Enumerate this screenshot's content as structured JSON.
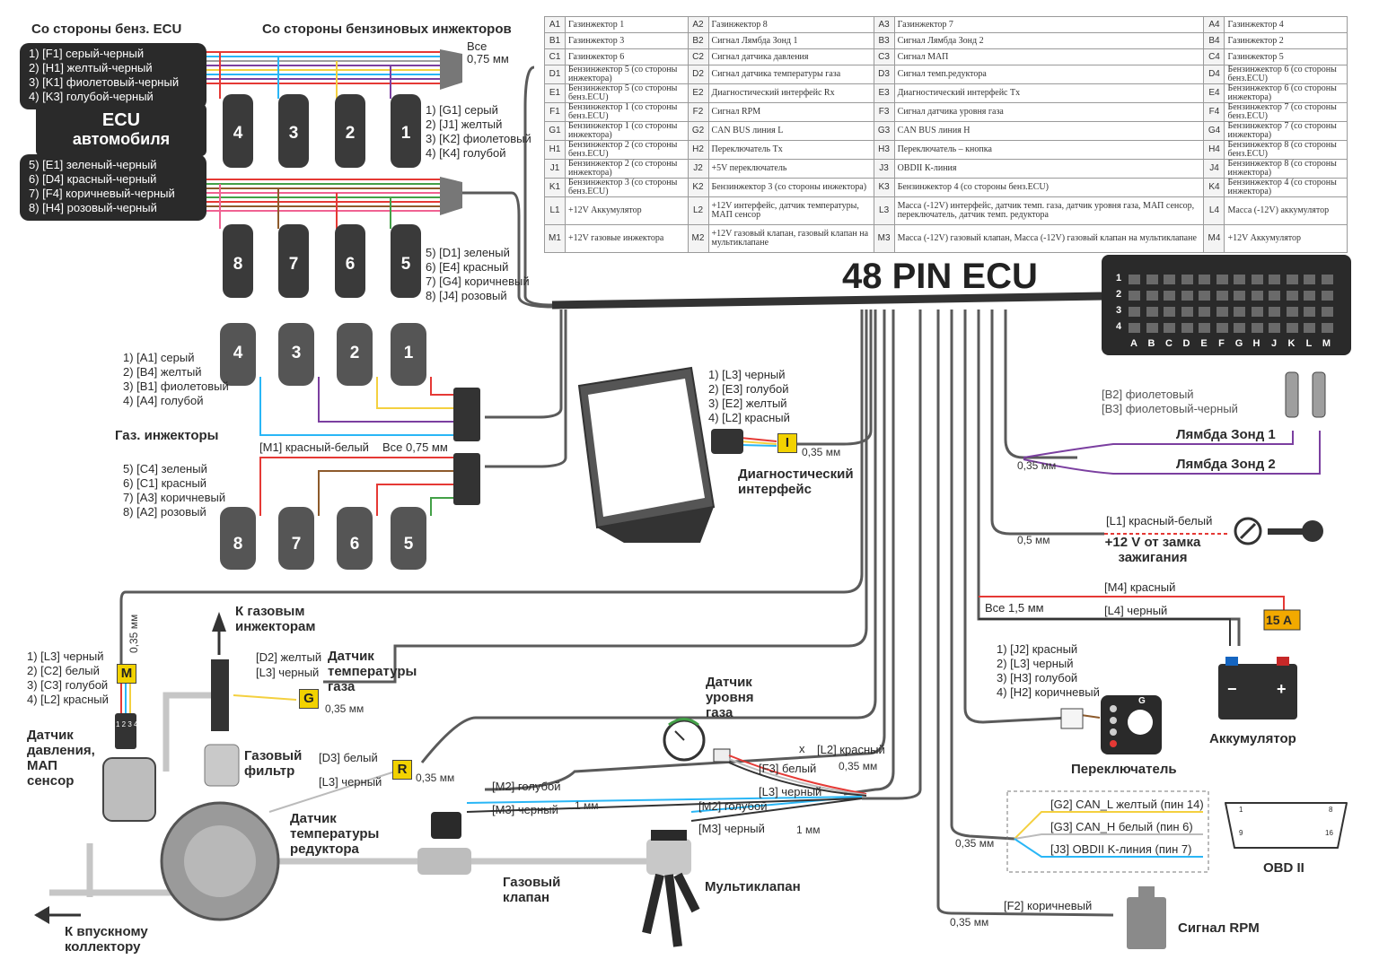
{
  "headline": "48 PIN ECU",
  "pin_table": [
    [
      {
        "c": "A1",
        "t": "Газинжектор 1"
      },
      {
        "c": "A2",
        "t": "Газинжектор 8"
      },
      {
        "c": "A3",
        "t": "Газинжектор 7"
      },
      {
        "c": "A4",
        "t": "Газинжектор 4"
      }
    ],
    [
      {
        "c": "B1",
        "t": "Газинжектор 3"
      },
      {
        "c": "B2",
        "t": "Сигнал Лямбда Зонд 1"
      },
      {
        "c": "B3",
        "t": "Сигнал Лямбда Зонд 2"
      },
      {
        "c": "B4",
        "t": "Газинжектор 2"
      }
    ],
    [
      {
        "c": "C1",
        "t": "Газинжектор 6"
      },
      {
        "c": "C2",
        "t": "Сигнал датчика давления"
      },
      {
        "c": "C3",
        "t": "Сигнал МАП"
      },
      {
        "c": "C4",
        "t": "Газинжектор 5"
      }
    ],
    [
      {
        "c": "D1",
        "t": "Бензинжектор 5 (со стороны инжектора)"
      },
      {
        "c": "D2",
        "t": "Сигнал датчика температуры газа"
      },
      {
        "c": "D3",
        "t": "Сигнал темп.редуктора"
      },
      {
        "c": "D4",
        "t": "Бензинжектор 6 (со стороны бенз.ECU)"
      }
    ],
    [
      {
        "c": "E1",
        "t": "Бензинжектор 5 (со стороны бенз.ECU)"
      },
      {
        "c": "E2",
        "t": "Диагностический интерфейс Rx"
      },
      {
        "c": "E3",
        "t": "Диагностический интерфейс Tx"
      },
      {
        "c": "E4",
        "t": "Бензинжектор 6 (со стороны инжектора)"
      }
    ],
    [
      {
        "c": "F1",
        "t": "Бензинжектор 1 (со стороны бенз.ECU)"
      },
      {
        "c": "F2",
        "t": "Сигнал RPM"
      },
      {
        "c": "F3",
        "t": "Сигнал датчика уровня газа"
      },
      {
        "c": "F4",
        "t": "Бензинжектор 7 (со стороны бенз.ECU)"
      }
    ],
    [
      {
        "c": "G1",
        "t": "Бензинжектор 1 (со стороны инжектора)"
      },
      {
        "c": "G2",
        "t": "CAN BUS линия L"
      },
      {
        "c": "G3",
        "t": "CAN BUS линия H"
      },
      {
        "c": "G4",
        "t": "Бензинжектор 7 (со стороны инжектора)"
      }
    ],
    [
      {
        "c": "H1",
        "t": "Бензинжектор 2 (со стороны бенз.ECU)"
      },
      {
        "c": "H2",
        "t": "Переключатель Tx"
      },
      {
        "c": "H3",
        "t": "Переключатель – кнопка"
      },
      {
        "c": "H4",
        "t": "Бензинжектор 8 (со стороны бенз.ECU)"
      }
    ],
    [
      {
        "c": "J1",
        "t": "Бензинжектор 2 (со стороны инжектора)"
      },
      {
        "c": "J2",
        "t": "+5V переключатель"
      },
      {
        "c": "J3",
        "t": "OBDII К-линия"
      },
      {
        "c": "J4",
        "t": "Бензинжектор 8 (со стороны инжектора)"
      }
    ],
    [
      {
        "c": "K1",
        "t": "Бензинжектор 3 (со стороны бенз.ECU)"
      },
      {
        "c": "K2",
        "t": "Бензинжектор 3 (со стороны инжектора)"
      },
      {
        "c": "K3",
        "t": "Бензинжектор 4 (со стороны бенз.ECU)"
      },
      {
        "c": "K4",
        "t": "Бензинжектор 4 (со стороны инжектора)"
      }
    ],
    [
      {
        "c": "L1",
        "t": "+12V Аккумулятор"
      },
      {
        "c": "L2",
        "t": "+12V интерфейс, датчик температуры, МАП сенсор"
      },
      {
        "c": "L3",
        "t": "Масса (-12V) интерфейс, датчик темп. газа, датчик уровня газа, МАП сенсор, переключатель, датчик темп. редуктора"
      },
      {
        "c": "L4",
        "t": "Масса (-12V) аккумулятор"
      }
    ],
    [
      {
        "c": "M1",
        "t": "+12V газовые инжектора"
      },
      {
        "c": "M2",
        "t": "+12V газовый клапан, газовый клапан на мультиклапане"
      },
      {
        "c": "M3",
        "t": "Масса (-12V) газовый клапан, Масса (-12V) газовый клапан на мультиклапане"
      },
      {
        "c": "M4",
        "t": "+12V Аккумулятор"
      }
    ]
  ],
  "petrol_ecu_side": {
    "title": "Со стороны бенз. ECU",
    "group1": [
      "1) [F1] серый-черный",
      "2) [H1] желтый-черный",
      "3) [K1] фиолетовый-черный",
      "4) [K3] голубой-черный"
    ],
    "ecu_title_1": "ECU",
    "ecu_title_2": "автомобиля",
    "group2": [
      "5) [E1] зеленый-черный",
      "6) [D4] красный-черный",
      "7) [F4] коричневый-черный",
      "8) [H4] розовый-черный"
    ]
  },
  "petrol_injector_side": {
    "title": "Со стороны бензиновых инжекторов",
    "all_label": "Все",
    "all_mm": "0,75 мм",
    "group1": [
      "1) [G1] серый",
      "2) [J1] желтый",
      "3) [K2] фиолетовый",
      "4) [K4] голубой"
    ],
    "group2": [
      "5) [D1] зеленый",
      "6) [E4] красный",
      "7) [G4] коричневый",
      "8) [J4] розовый"
    ],
    "top_injectors": [
      "4",
      "3",
      "2",
      "1"
    ],
    "bottom_injectors": [
      "8",
      "7",
      "6",
      "5"
    ]
  },
  "gas_injectors": {
    "group1": [
      "1) [A1] серый",
      "2) [B4] желтый",
      "3) [B1] фиолетовый",
      "4) [A4] голубой"
    ],
    "title": "Газ. инжекторы",
    "m1_label": "[M1] красный-белый",
    "all_mm": "Все 0,75 мм",
    "group2": [
      "5) [C4] зеленый",
      "6) [C1] красный",
      "7) [A3] коричневый",
      "8) [A2] розовый"
    ],
    "top_numbers": [
      "4",
      "3",
      "2",
      "1"
    ],
    "bottom_numbers": [
      "8",
      "7",
      "6",
      "5"
    ]
  },
  "diagnostic": {
    "wires": [
      "1) [L3] черный",
      "2) [E3] голубой",
      "3) [E2] желтый",
      "4) [L2] красный"
    ],
    "tag": "I",
    "mm": "0,35 мм",
    "title_1": "Диагностический",
    "title_2": "интерфейс"
  },
  "lambda": {
    "b2": "[B2] фиолетовый",
    "b3": "[B3] фиолетовый-черный",
    "probe1": "Лямбда Зонд 1",
    "probe2": "Лямбда Зонд 2",
    "mm": "0,35 мм"
  },
  "ignition": {
    "wire": "[L1] красный-белый",
    "mm": "0,5 мм",
    "title_1": "+12 V от замка",
    "title_2": "зажигания"
  },
  "battery": {
    "m4": "[M4] красный",
    "l4": "[L4] черный",
    "all_mm": "Все 1,5 мм",
    "fuse": "15 A",
    "minus": "−",
    "plus": "+",
    "title": "Аккумулятор"
  },
  "switch_block": {
    "wires": [
      "1) [J2] красный",
      "2) [L3] черный",
      "3) [H3] голубой",
      "4) [H2] коричневый"
    ],
    "title": "Переключатель",
    "g_mark": "G"
  },
  "can_obd": {
    "g2": "[G2] CAN_L желтый (пин 14)",
    "g3": "[G3] CAN_H белый (пин 6)",
    "j3": "[J3] OBDII K-линия (пин 7)",
    "mm": "0,35 мм",
    "title": "OBD II",
    "pin_start_top": "1",
    "pin_end_top": "8",
    "pin_start_bottom": "9",
    "pin_end_bottom": "16"
  },
  "rpm": {
    "wire": "[F2] коричневый",
    "mm": "0,35 мм",
    "title": "Сигнал RPM"
  },
  "level_sensor": {
    "title": [
      "Датчик",
      "уровня",
      "газа"
    ],
    "l2": "[L2] красный",
    "x_mark": "x",
    "f3": "[F3] белый",
    "mm": "0,35 мм",
    "l3": "[L3] черный"
  },
  "multivalve": {
    "m2": "[M2] голубой",
    "m3": "[M3] черный",
    "mm": "1 мм",
    "title": "Мультиклапан"
  },
  "gas_valve": {
    "m2": "[M2] голубой",
    "m3": "[M3] черный",
    "mm": "1 мм",
    "title_1": "Газовый",
    "title_2": "клапан"
  },
  "to_gas_injectors": {
    "line1": "К газовым",
    "line2": "инжекторам"
  },
  "gas_temp": {
    "d2": "[D2] желтый",
    "l3": "[L3] черный",
    "title": [
      "Датчик",
      "температуры",
      "газа"
    ],
    "tag": "G",
    "mm": "0,35 мм"
  },
  "gas_filter": {
    "title_1": "Газовый",
    "title_2": "фильтр"
  },
  "reducer_temp": {
    "d3": "[D3] белый",
    "l3": "[L3] черный",
    "tag": "R",
    "mm": "0,35 мм",
    "title": [
      "Датчик",
      "температуры",
      "редуктора"
    ]
  },
  "map_sensor": {
    "wires": [
      "1) [L3] черный",
      "2) [C2] белый",
      "3) [C3] голубой",
      "4) [L2] красный"
    ],
    "tag": "M",
    "mm": "0,35 мм",
    "pins": "1 2 3 4",
    "title": [
      "Датчик",
      "давления,",
      "МАП",
      "сенсор"
    ]
  },
  "intake": {
    "line1": "К впускному",
    "line2": "коллектору"
  },
  "pin_grid": {
    "rows": [
      "1",
      "2",
      "3",
      "4"
    ],
    "cols": [
      "A",
      "B",
      "C",
      "D",
      "E",
      "F",
      "G",
      "H",
      "J",
      "K",
      "L",
      "M"
    ]
  },
  "colors": {
    "cable": "#5a5a5a",
    "dark": "#2a2a2a",
    "tag_yellow": "#f2d200",
    "wire_red": "#e53935",
    "wire_blue": "#29b6f6",
    "wire_yellow": "#f4d03f",
    "wire_purple": "#7b3fa0",
    "wire_green": "#43a047",
    "wire_brown": "#8d5a2b",
    "wire_pink": "#f06292",
    "wire_gray": "#9e9e9e"
  }
}
